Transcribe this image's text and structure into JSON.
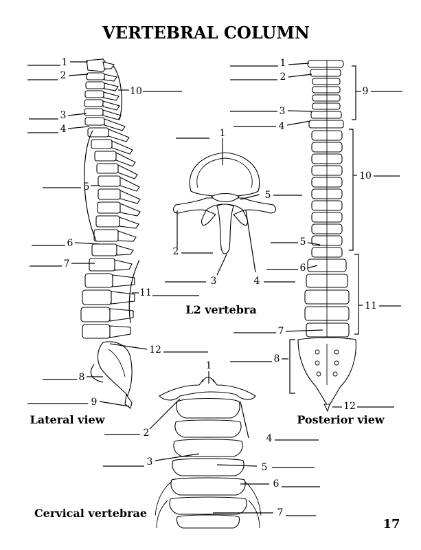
{
  "title": "VERTEBRAL COLUMN",
  "page_number": "17",
  "views": {
    "lateral": {
      "caption": "Lateral view",
      "labels": [
        "1",
        "2",
        "3",
        "4",
        "5",
        "6",
        "7",
        "8",
        "9",
        "10",
        "11",
        "12"
      ]
    },
    "l2": {
      "caption": "L2 vertebra",
      "labels": [
        "1",
        "2",
        "3",
        "4",
        "5"
      ]
    },
    "posterior": {
      "caption": "Posterior view",
      "labels": [
        "1",
        "2",
        "3",
        "4",
        "5",
        "6",
        "7",
        "8",
        "9",
        "10",
        "11",
        "12"
      ]
    },
    "cervical": {
      "caption": "Cervical vertebrae",
      "labels": [
        "1",
        "2",
        "3",
        "4",
        "5",
        "6",
        "7"
      ]
    }
  }
}
